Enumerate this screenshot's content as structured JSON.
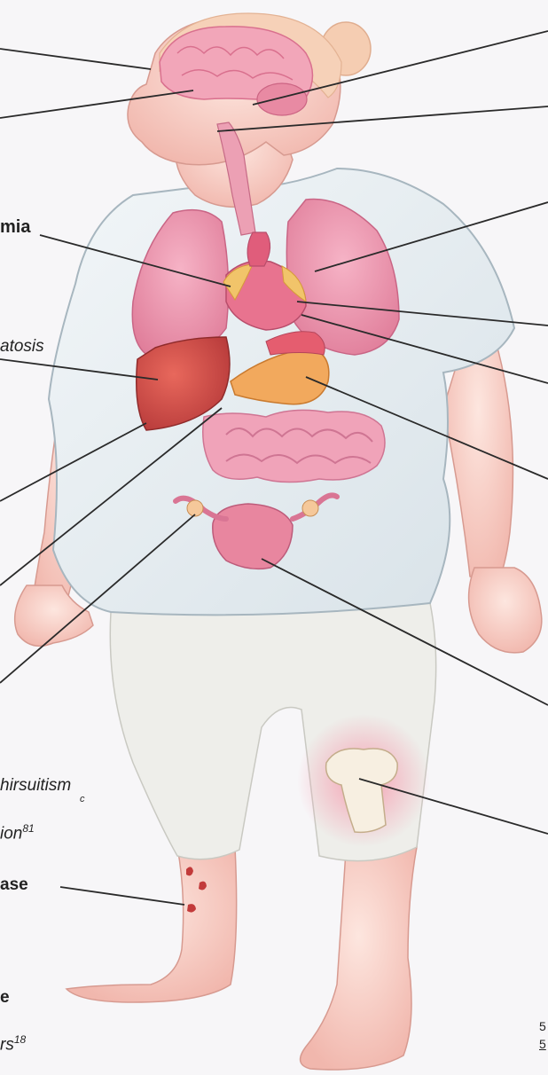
{
  "labels": {
    "mia": "mia",
    "atosis": "atosis",
    "hirsuitism": "hirsuitism",
    "hirsuitism_ref": "c",
    "ion": "ion",
    "ion_ref": "81",
    "ase": "ase",
    "e": "e",
    "rs": "rs",
    "rs_ref": "18",
    "corner_1": "5",
    "corner_2": "5"
  },
  "colors": {
    "background": "#f7f6f8",
    "leader_line": "#2a2a2a",
    "organ_pink": "#e98aa6",
    "liver": "#c9443f",
    "shirt": "#e8eef1",
    "pants": "#efefec"
  }
}
